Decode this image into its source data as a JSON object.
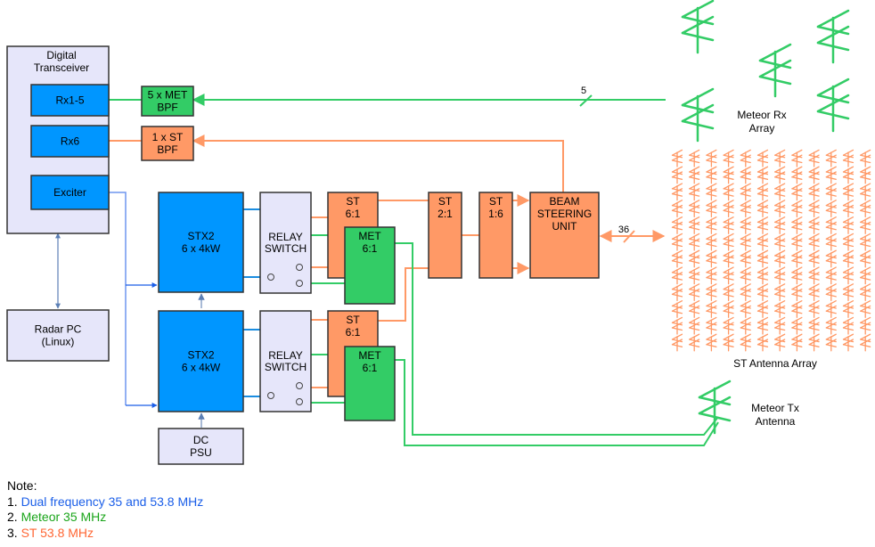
{
  "colors": {
    "blue_line": "#1a5ee8",
    "blue_block": "#0096ff",
    "green": "#33cc66",
    "orange": "#ff9966",
    "lavender": "#e6e6fa",
    "border": "#333333",
    "note_blue": "#1a5ee8",
    "note_green": "#1aa51a",
    "note_orange": "#ff6633"
  },
  "blocks": {
    "transceiver": {
      "lines": [
        "Digital",
        "Transceiver"
      ]
    },
    "rx15": {
      "lines": [
        "Rx1-5"
      ]
    },
    "rx6": {
      "lines": [
        "Rx6"
      ]
    },
    "exciter": {
      "lines": [
        "Exciter"
      ]
    },
    "met_bpf": {
      "lines": [
        "5 x MET",
        "BPF"
      ]
    },
    "st_bpf": {
      "lines": [
        "1 x ST",
        "BPF"
      ]
    },
    "radar_pc": {
      "lines": [
        "Radar PC",
        "(Linux)"
      ]
    },
    "stx2_top": {
      "lines": [
        "STX2",
        "6 x 4kW"
      ]
    },
    "stx2_bottom": {
      "lines": [
        "STX2",
        "6 x 4kW"
      ]
    },
    "relay_top": {
      "lines": [
        "RELAY",
        "SWITCH"
      ]
    },
    "relay_bottom": {
      "lines": [
        "RELAY",
        "SWITCH"
      ]
    },
    "st61_top": {
      "lines": [
        "ST",
        "6:1"
      ]
    },
    "met61_top": {
      "lines": [
        "MET",
        "6:1"
      ]
    },
    "st61_bottom": {
      "lines": [
        "ST",
        "6:1"
      ]
    },
    "met61_bottom": {
      "lines": [
        "MET",
        "6:1"
      ]
    },
    "st21": {
      "lines": [
        "ST",
        "2:1"
      ]
    },
    "st16": {
      "lines": [
        "ST",
        "1:6"
      ]
    },
    "beam": {
      "lines": [
        "BEAM",
        "STEERING",
        "UNIT"
      ]
    },
    "dc_psu": {
      "lines": [
        "DC",
        "PSU"
      ]
    }
  },
  "bus_labels": {
    "rx_bus": "5",
    "st_bus": "36"
  },
  "antennas": {
    "meteor_rx": {
      "label": [
        "Meteor Rx",
        "Array"
      ],
      "count": 5
    },
    "st_array": {
      "label": [
        "ST Antenna Array"
      ],
      "rows": 12,
      "cols": 12
    },
    "meteor_tx": {
      "label": [
        "Meteor Tx",
        "Antenna"
      ]
    }
  },
  "notes": {
    "title": "Note:",
    "items": [
      {
        "num": "1.",
        "text": "Dual frequency 35 and 53.8 MHz"
      },
      {
        "num": "2.",
        "text": "Meteor 35 MHz"
      },
      {
        "num": "3.",
        "text": "ST 53.8 MHz"
      }
    ]
  }
}
